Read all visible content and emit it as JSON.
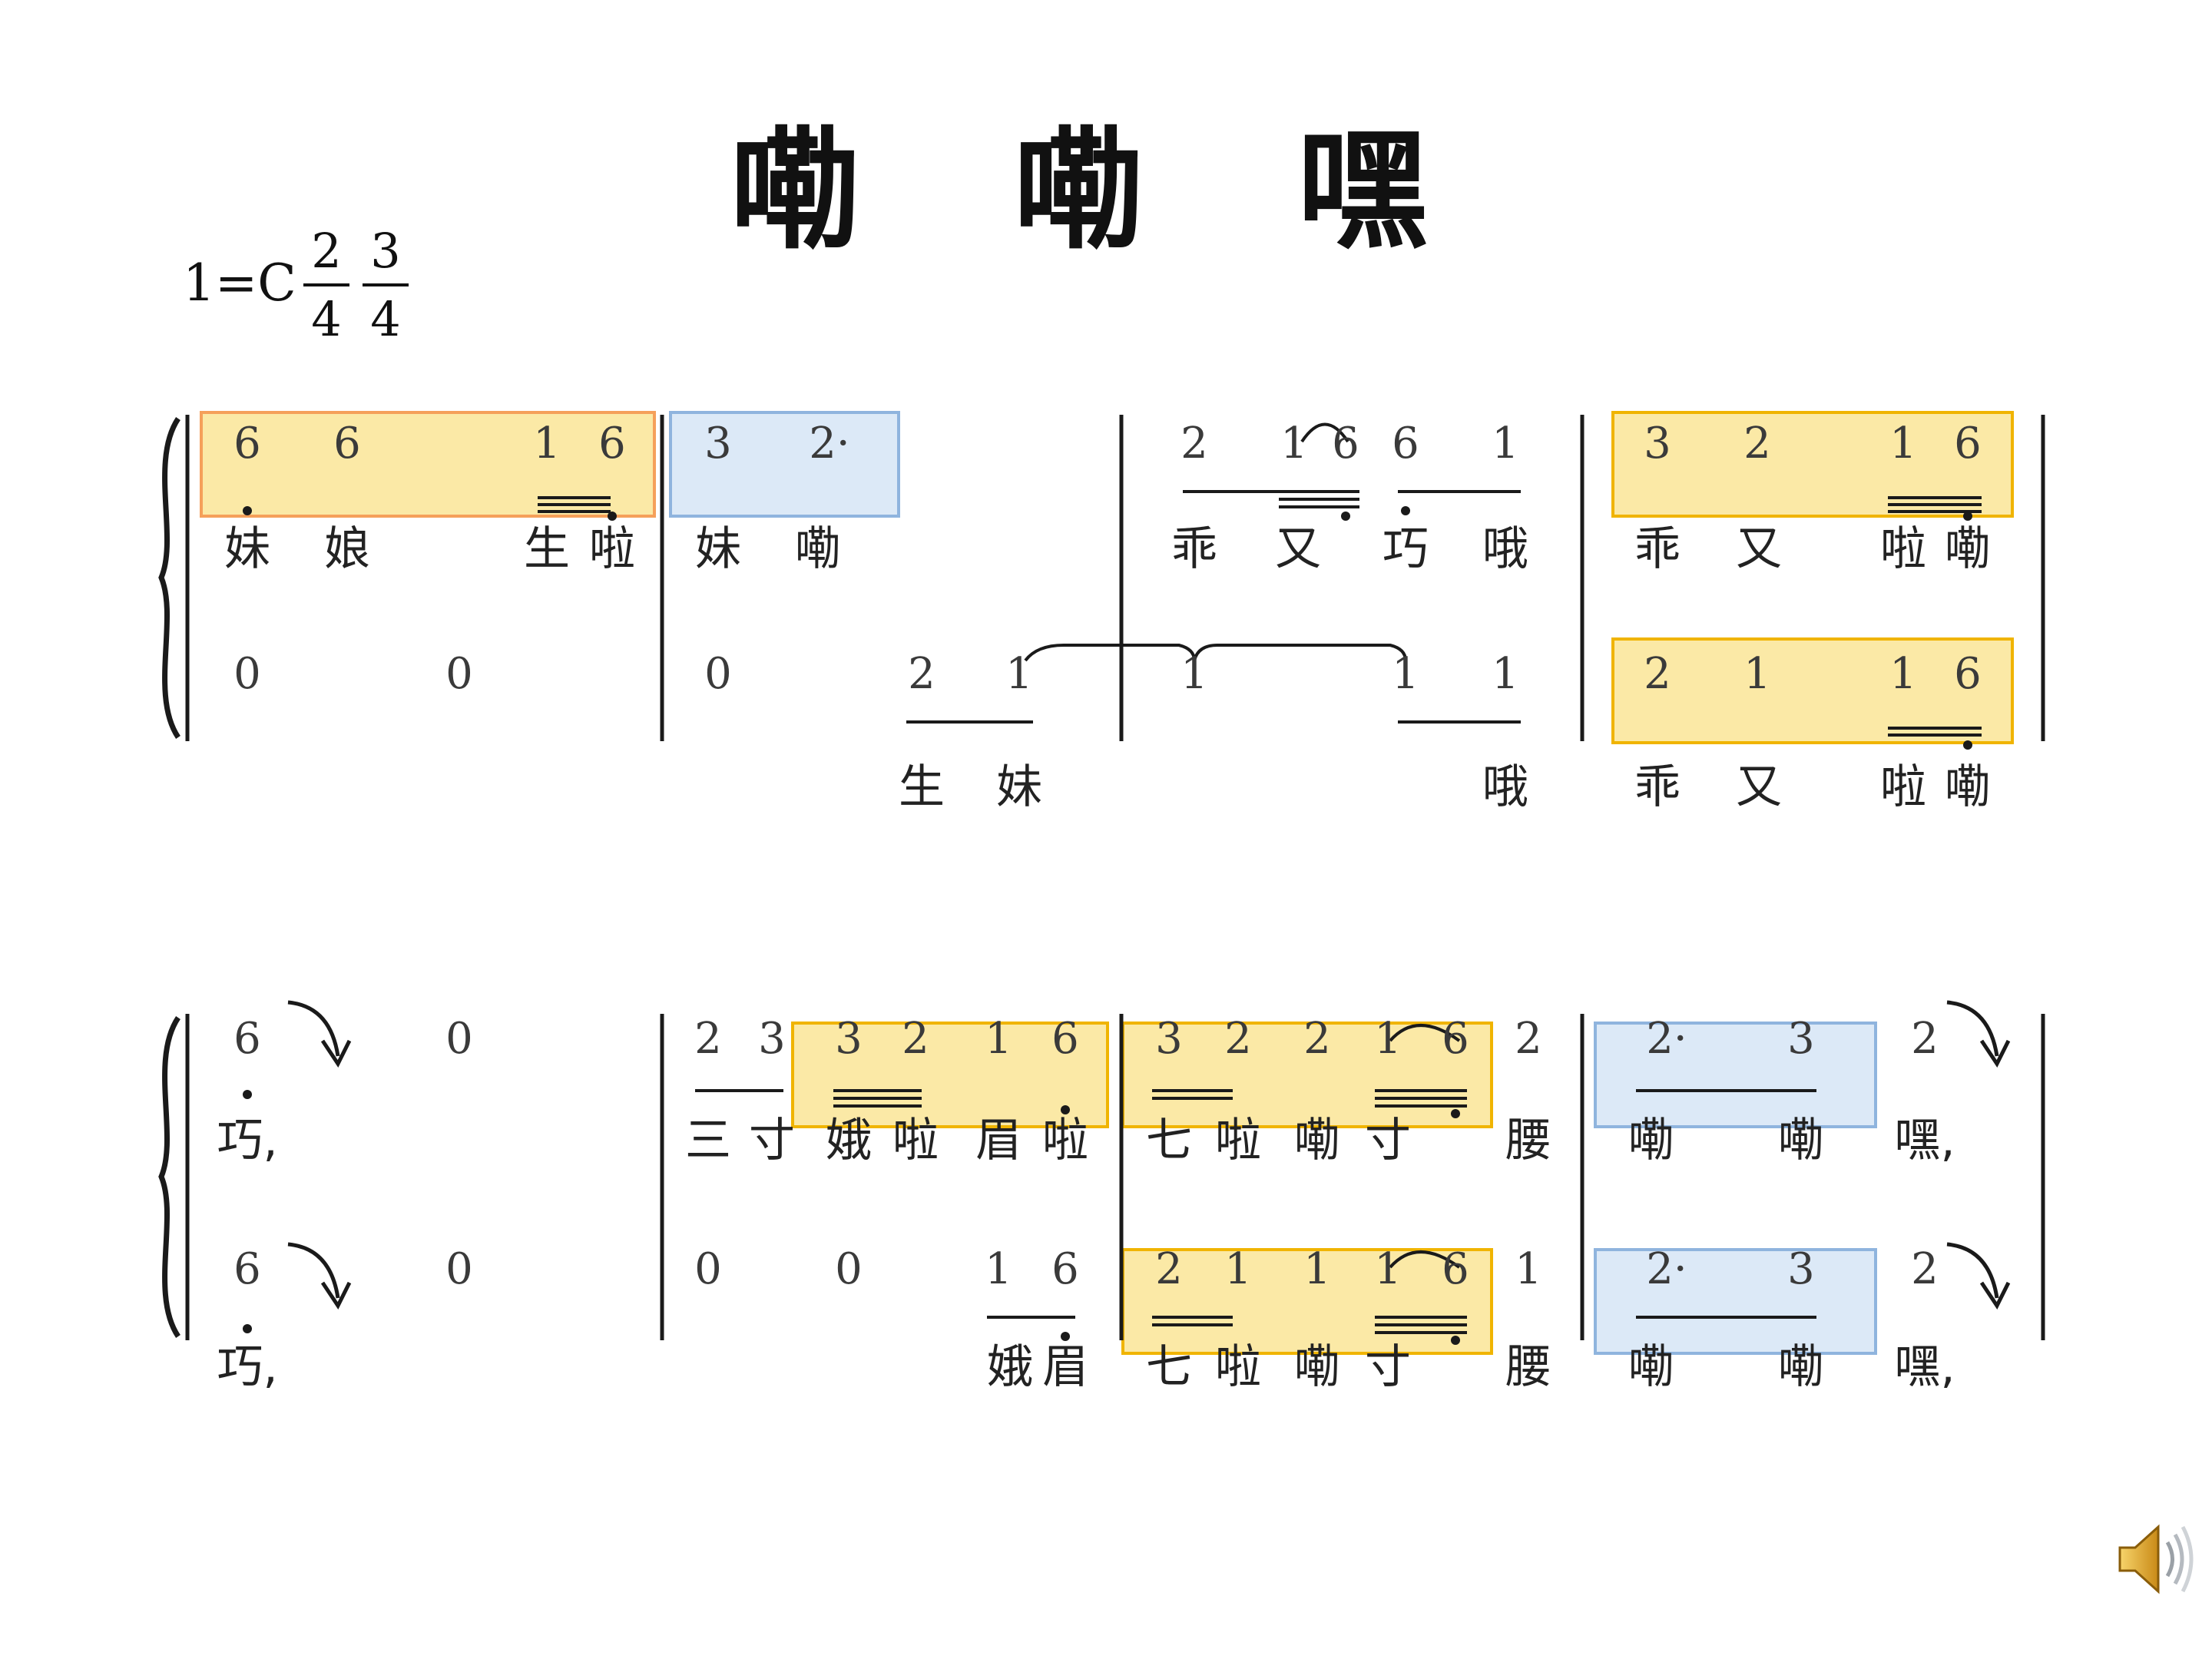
{
  "title": "嘞 嘞 嘿",
  "key_signature": "1=C",
  "time_signatures": [
    {
      "numerator": "2",
      "denominator": "4"
    },
    {
      "numerator": "3",
      "denominator": "4"
    }
  ],
  "colors": {
    "yellow_fill": "#fbe9a6",
    "yellow_border": "#f0b400",
    "orange_border": "#f5a05a",
    "blue_fill": "#dce9f7",
    "blue_border": "#8fb4de",
    "ink": "#1a1a1a"
  },
  "systems": [
    {
      "rows": [
        {
          "notes": [
            "6",
            "6",
            "1",
            "6",
            "3",
            "2·",
            "2",
            "1",
            "6",
            "6",
            "1",
            "3",
            "2",
            "1",
            "6"
          ],
          "lyrics": [
            "妹",
            "娘",
            "生",
            "啦",
            "妹",
            "嘞",
            "乖",
            "又",
            "巧",
            "哦",
            "乖",
            "又",
            "啦",
            "嘞"
          ]
        },
        {
          "notes": [
            "0",
            "0",
            "0",
            "2",
            "1",
            "1",
            "1",
            "1",
            "2",
            "1",
            "1",
            "6"
          ],
          "lyrics": [
            "生",
            "妹",
            "哦",
            "乖",
            "又",
            "啦",
            "嘞"
          ]
        }
      ]
    },
    {
      "rows": [
        {
          "notes": [
            "6",
            "0",
            "2",
            "3",
            "3",
            "2",
            "1",
            "6",
            "3",
            "2",
            "2",
            "1",
            "6",
            "2",
            "2·",
            "3",
            "2"
          ],
          "lyrics": [
            "巧,",
            "三",
            "寸",
            "娥",
            "啦",
            "眉",
            "啦",
            "七",
            "啦",
            "嘞",
            "寸",
            "腰",
            "嘞",
            "嘞",
            "嘿,"
          ]
        },
        {
          "notes": [
            "6",
            "0",
            "0",
            "0",
            "1",
            "6",
            "2",
            "1",
            "1",
            "1",
            "6",
            "1",
            "2·",
            "3",
            "2"
          ],
          "lyrics": [
            "巧,",
            "娥",
            "眉",
            "七",
            "啦",
            "嘞",
            "寸",
            "腰",
            "嘞",
            "嘞",
            "嘿,"
          ]
        }
      ]
    }
  ],
  "speaker_icon": "speaker-icon"
}
